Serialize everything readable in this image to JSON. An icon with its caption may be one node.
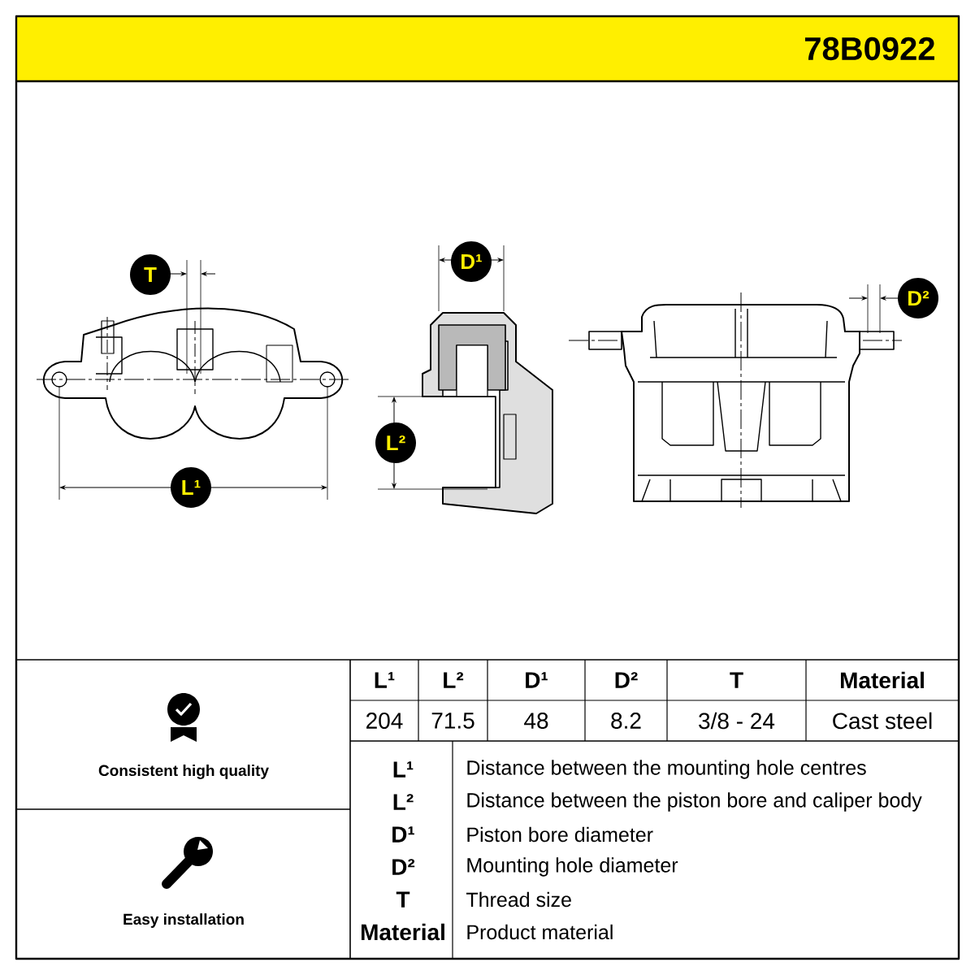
{
  "diagram": {
    "title": "78B0922",
    "labels": [
      "T",
      "D¹",
      "D²",
      "L²",
      "L¹",
      "L¹",
      "L²",
      "D¹",
      "D²",
      "T",
      "Material",
      "204",
      "71.5",
      "48",
      "8.2",
      "3/8 - 24",
      "Cast steel",
      "Consistent high quality",
      "L¹",
      "Distance between the mounting hole centres",
      "L²",
      "Distance between the piston bore and caliper body",
      "D¹",
      "Piston bore diameter",
      "D²",
      "Mounting hole diameter",
      "T",
      "Thread size",
      "Material",
      "Product material",
      "Easy installation"
    ]
  }
}
